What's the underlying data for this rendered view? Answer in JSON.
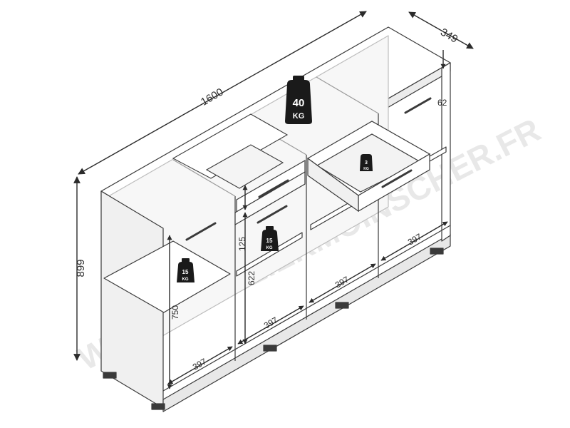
{
  "watermark": "WWW.MOBILIERMOINSCHER.FR",
  "dimensions": {
    "width": "1600",
    "depth": "349",
    "height": "899",
    "inner_height": "750",
    "door_height": "622",
    "drawer_height": "125",
    "top_gap": "62",
    "compartment_width_1": "397",
    "compartment_width_2": "397",
    "compartment_width_3": "397",
    "compartment_width_4": "397"
  },
  "loads": {
    "top": {
      "value": "40",
      "unit": "KG"
    },
    "drawer": {
      "value": "3",
      "unit": "KG"
    },
    "shelf_left": {
      "value": "15",
      "unit": "KG"
    },
    "shelf_mid": {
      "value": "15",
      "unit": "KG"
    }
  },
  "colors": {
    "line": "#3a3a3a",
    "weight_icon": "#1a1a1a",
    "panel_face": "#ffffff",
    "panel_shade": "#f2f2f2"
  }
}
